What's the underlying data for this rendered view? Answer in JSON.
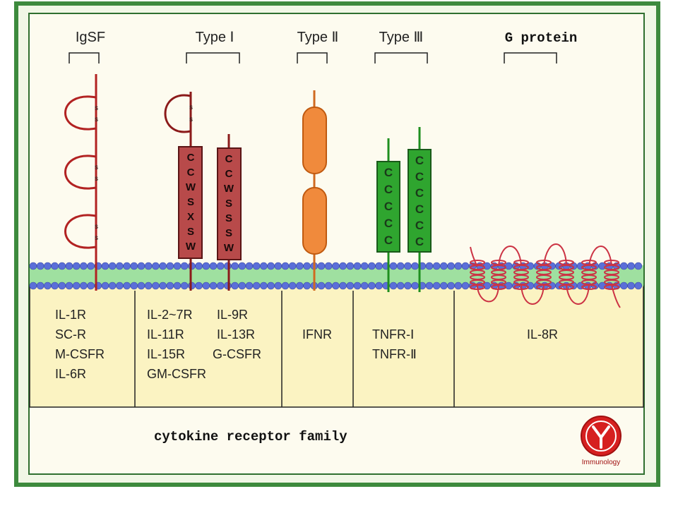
{
  "groups": [
    {
      "label": "IgSF",
      "receptors": [
        "IL-1R",
        "SC-R",
        "M-CSFR",
        "IL-6R"
      ]
    },
    {
      "label": "Type Ⅰ",
      "receptors": [
        "IL-2~7R",
        "IL-9R",
        "IL-11R",
        "IL-13R",
        "IL-15R",
        "G-CSFR",
        "GM-CSFR"
      ]
    },
    {
      "label": "Type Ⅱ",
      "receptors": [
        "IFNR"
      ]
    },
    {
      "label": "Type Ⅲ",
      "receptors": [
        "TNFR-Ⅰ",
        "TNFR-Ⅱ"
      ]
    },
    {
      "label": "G protein",
      "receptors": [
        "IL-8R"
      ]
    }
  ],
  "motifs": {
    "igsf_disulfide": "s",
    "type1_box1": [
      "C",
      "C",
      "W",
      "S",
      "X",
      "S",
      "W"
    ],
    "type1_box2": [
      "C",
      "C",
      "W",
      "S",
      "S",
      "S",
      "W"
    ],
    "type3_box1": [
      "C",
      "C",
      "C",
      "C",
      "C"
    ],
    "type3_box2": [
      "C",
      "C",
      "C",
      "C",
      "C",
      "C"
    ]
  },
  "caption": "cytokine receptor family",
  "logo_text": "Immunology",
  "colors": {
    "frame_green": "#3d8a3d",
    "igsf_red": "#b22222",
    "type1_box": "#b84a4a",
    "type2_orange": "#f08a3c",
    "type3_green": "#2fa52f",
    "membrane_blue": "#5b6fd8",
    "membrane_core": "#9fe0a0",
    "cytoplasm": "#fbf3c2",
    "gprotein_red": "#cc3344"
  }
}
